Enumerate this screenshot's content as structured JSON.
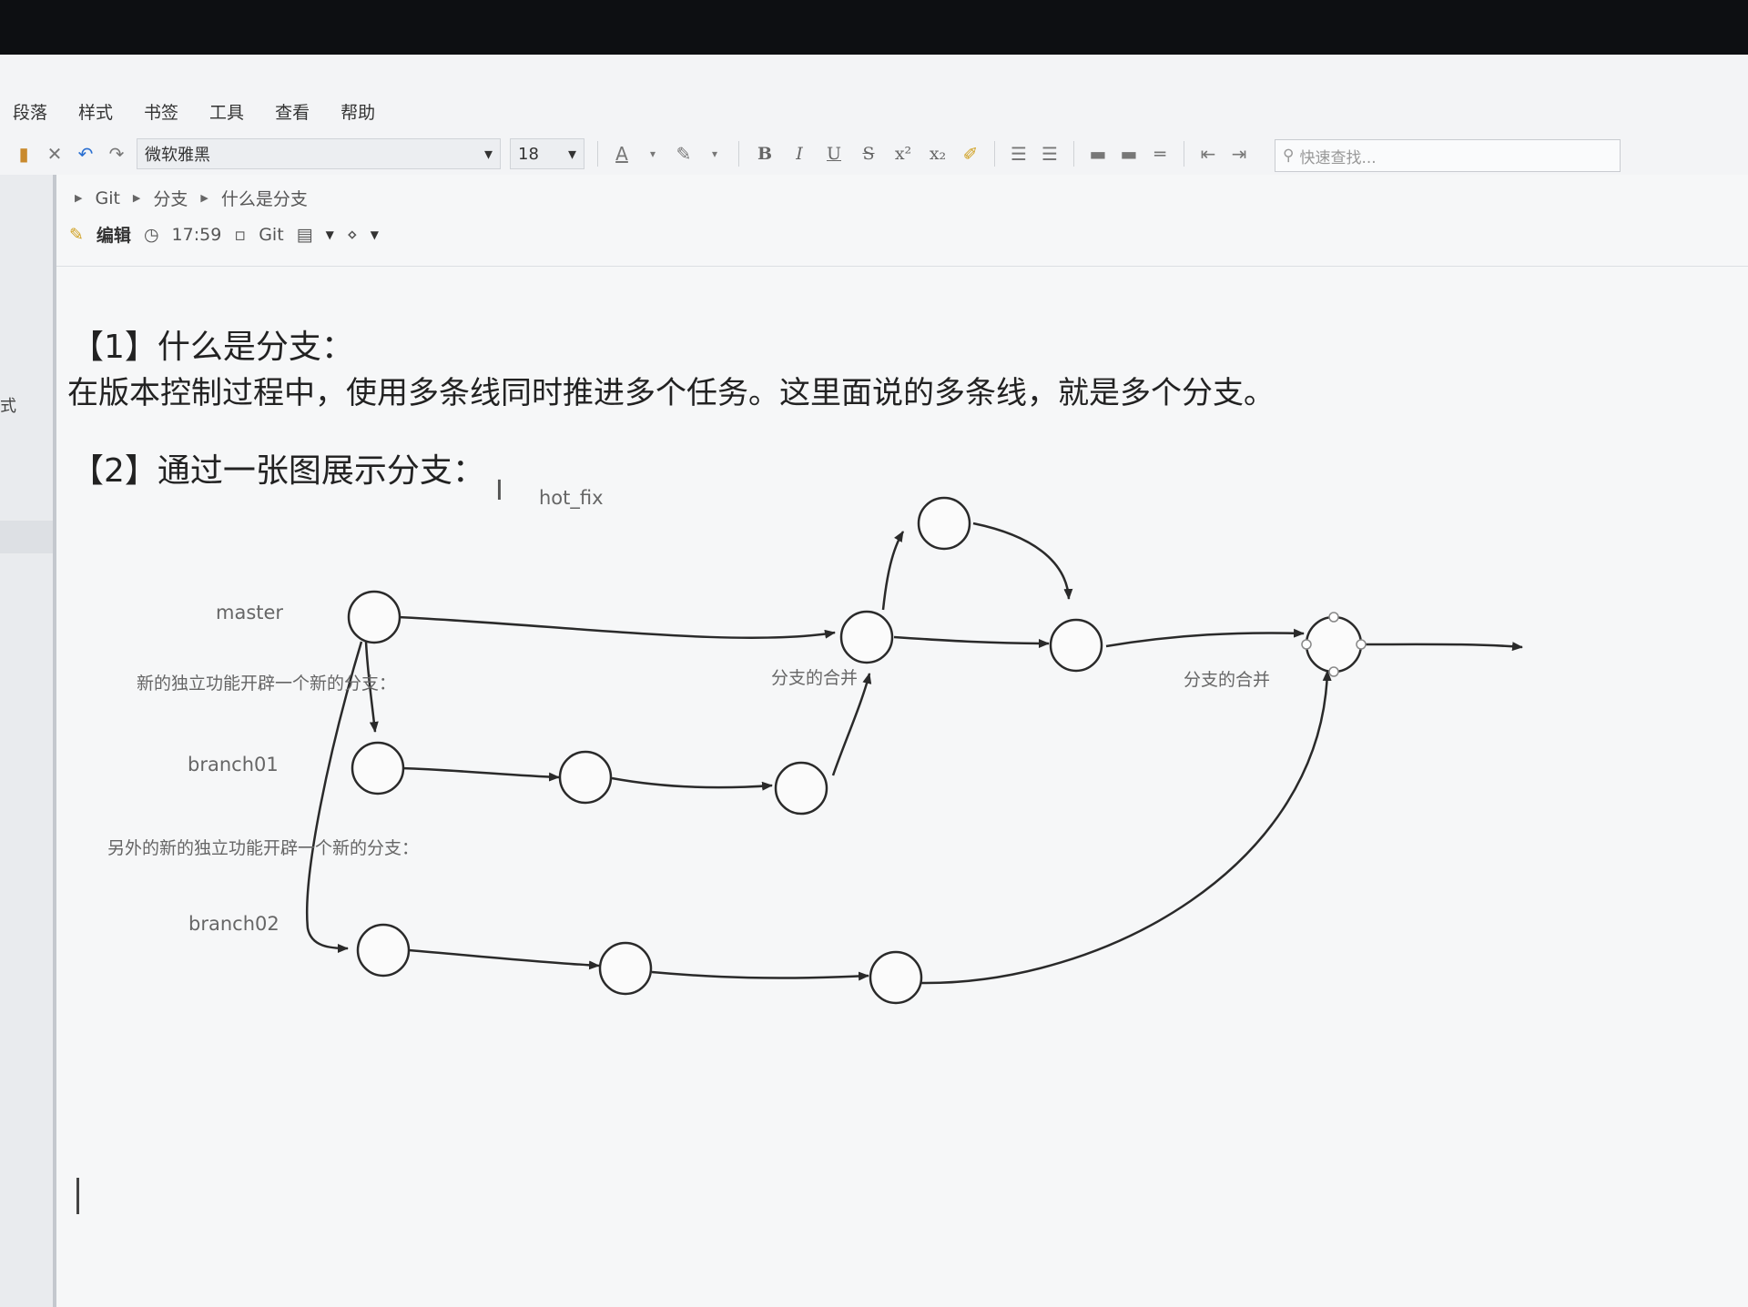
{
  "menu": [
    "段落",
    "样式",
    "书签",
    "工具",
    "查看",
    "帮助"
  ],
  "toolbar": {
    "font_name": "微软雅黑",
    "font_size": "18",
    "bold": "B",
    "italic": "I",
    "underline": "U",
    "strike": "S",
    "search_placeholder": "快速查找..."
  },
  "sidebar": {
    "partial_label": "式"
  },
  "breadcrumb": [
    "Git",
    "分支",
    "什么是分支"
  ],
  "meta": {
    "edit_label": "编辑",
    "time": "17:59",
    "notebook": "Git"
  },
  "content": {
    "heading1": "【1】什么是分支：",
    "paragraph1": "在版本控制过程中，使用多条线同时推进多个任务。这里面说的多条线，就是多个分支。",
    "heading2": "【2】通过一张图展示分支："
  },
  "diagram": {
    "labels": {
      "hot_fix": "hot_fix",
      "master": "master",
      "branch01": "branch01",
      "branch02": "branch02",
      "note_branch01": "新的独立功能开辟一个新的分支：",
      "note_branch02": "另外的新的独立功能开辟一个新的分支：",
      "merge1": "分支的合并",
      "merge2": "分支的合并"
    }
  }
}
